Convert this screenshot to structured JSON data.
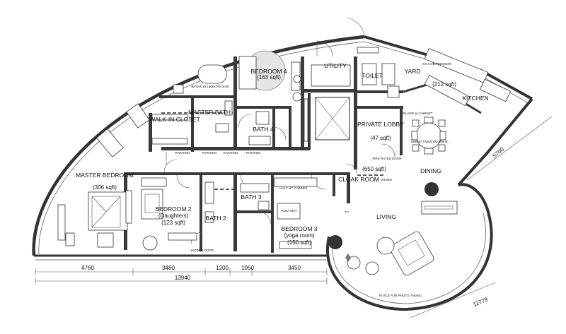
{
  "rooms": {
    "master_bedroom": {
      "name": "MASTER BEDROOM",
      "area": "(306 sqft)"
    },
    "walk_in_closet": {
      "name": "WALK-IN CLOSET"
    },
    "master_bath": {
      "name": "MASTER BATH"
    },
    "bedroom4": {
      "name": "BEDROOM 4",
      "area": "(163 sqft)"
    },
    "bath4": {
      "name": "BATH 4"
    },
    "utility": {
      "name": "UTILITY"
    },
    "toilet": {
      "name": "TOILET"
    },
    "yard": {
      "name": "YARD"
    },
    "kitchen": {
      "name": "KITCHEN",
      "area": "(212 sqft)"
    },
    "private_lobby": {
      "name": "PRIVATE LOBBY",
      "area": "(47 sqft)"
    },
    "dining": {
      "name": "DINING"
    },
    "living": {
      "name": "LIVING"
    },
    "living_area": {
      "area": "(650 sqft)"
    },
    "cloak_room": {
      "name": "CLOAK ROOM"
    },
    "bedroom2": {
      "name": "BEDROOM 2",
      "sub": "(Daughters)",
      "area": "(123 sqft)"
    },
    "bath2": {
      "name": "BATH 2"
    },
    "bath3": {
      "name": "BATH 3"
    },
    "bedroom3": {
      "name": "BEDROOM 3",
      "sub": "(yoga room)",
      "area": "(150 sqft)"
    }
  },
  "notes": {
    "painting": "PAINTING",
    "bathtub": "BATHTUB 1500x700 (min)",
    "half_ht_cabinet": "HALF HT CABINET",
    "yoga_mat": "YOGA MAT",
    "island": "ISLAND w/ CABINET",
    "dining_table": "DINING TABLE Ø1000mm",
    "fire_rated_door": "FIRE RATED DOOR",
    "shoes": "SHOES",
    "hidden_door": "HIDDEN DOOR",
    "tv": "TV",
    "photo_taking": "PLACE FOR PHOTO TAKING",
    "ac": "A/C COMPRESSOR"
  },
  "dimensions": {
    "d1": "4760",
    "d2": "3480",
    "d3": "1200",
    "d4": "1050",
    "d5": "3450",
    "total": "13940",
    "right": "5700",
    "bottom_right": "11779"
  }
}
